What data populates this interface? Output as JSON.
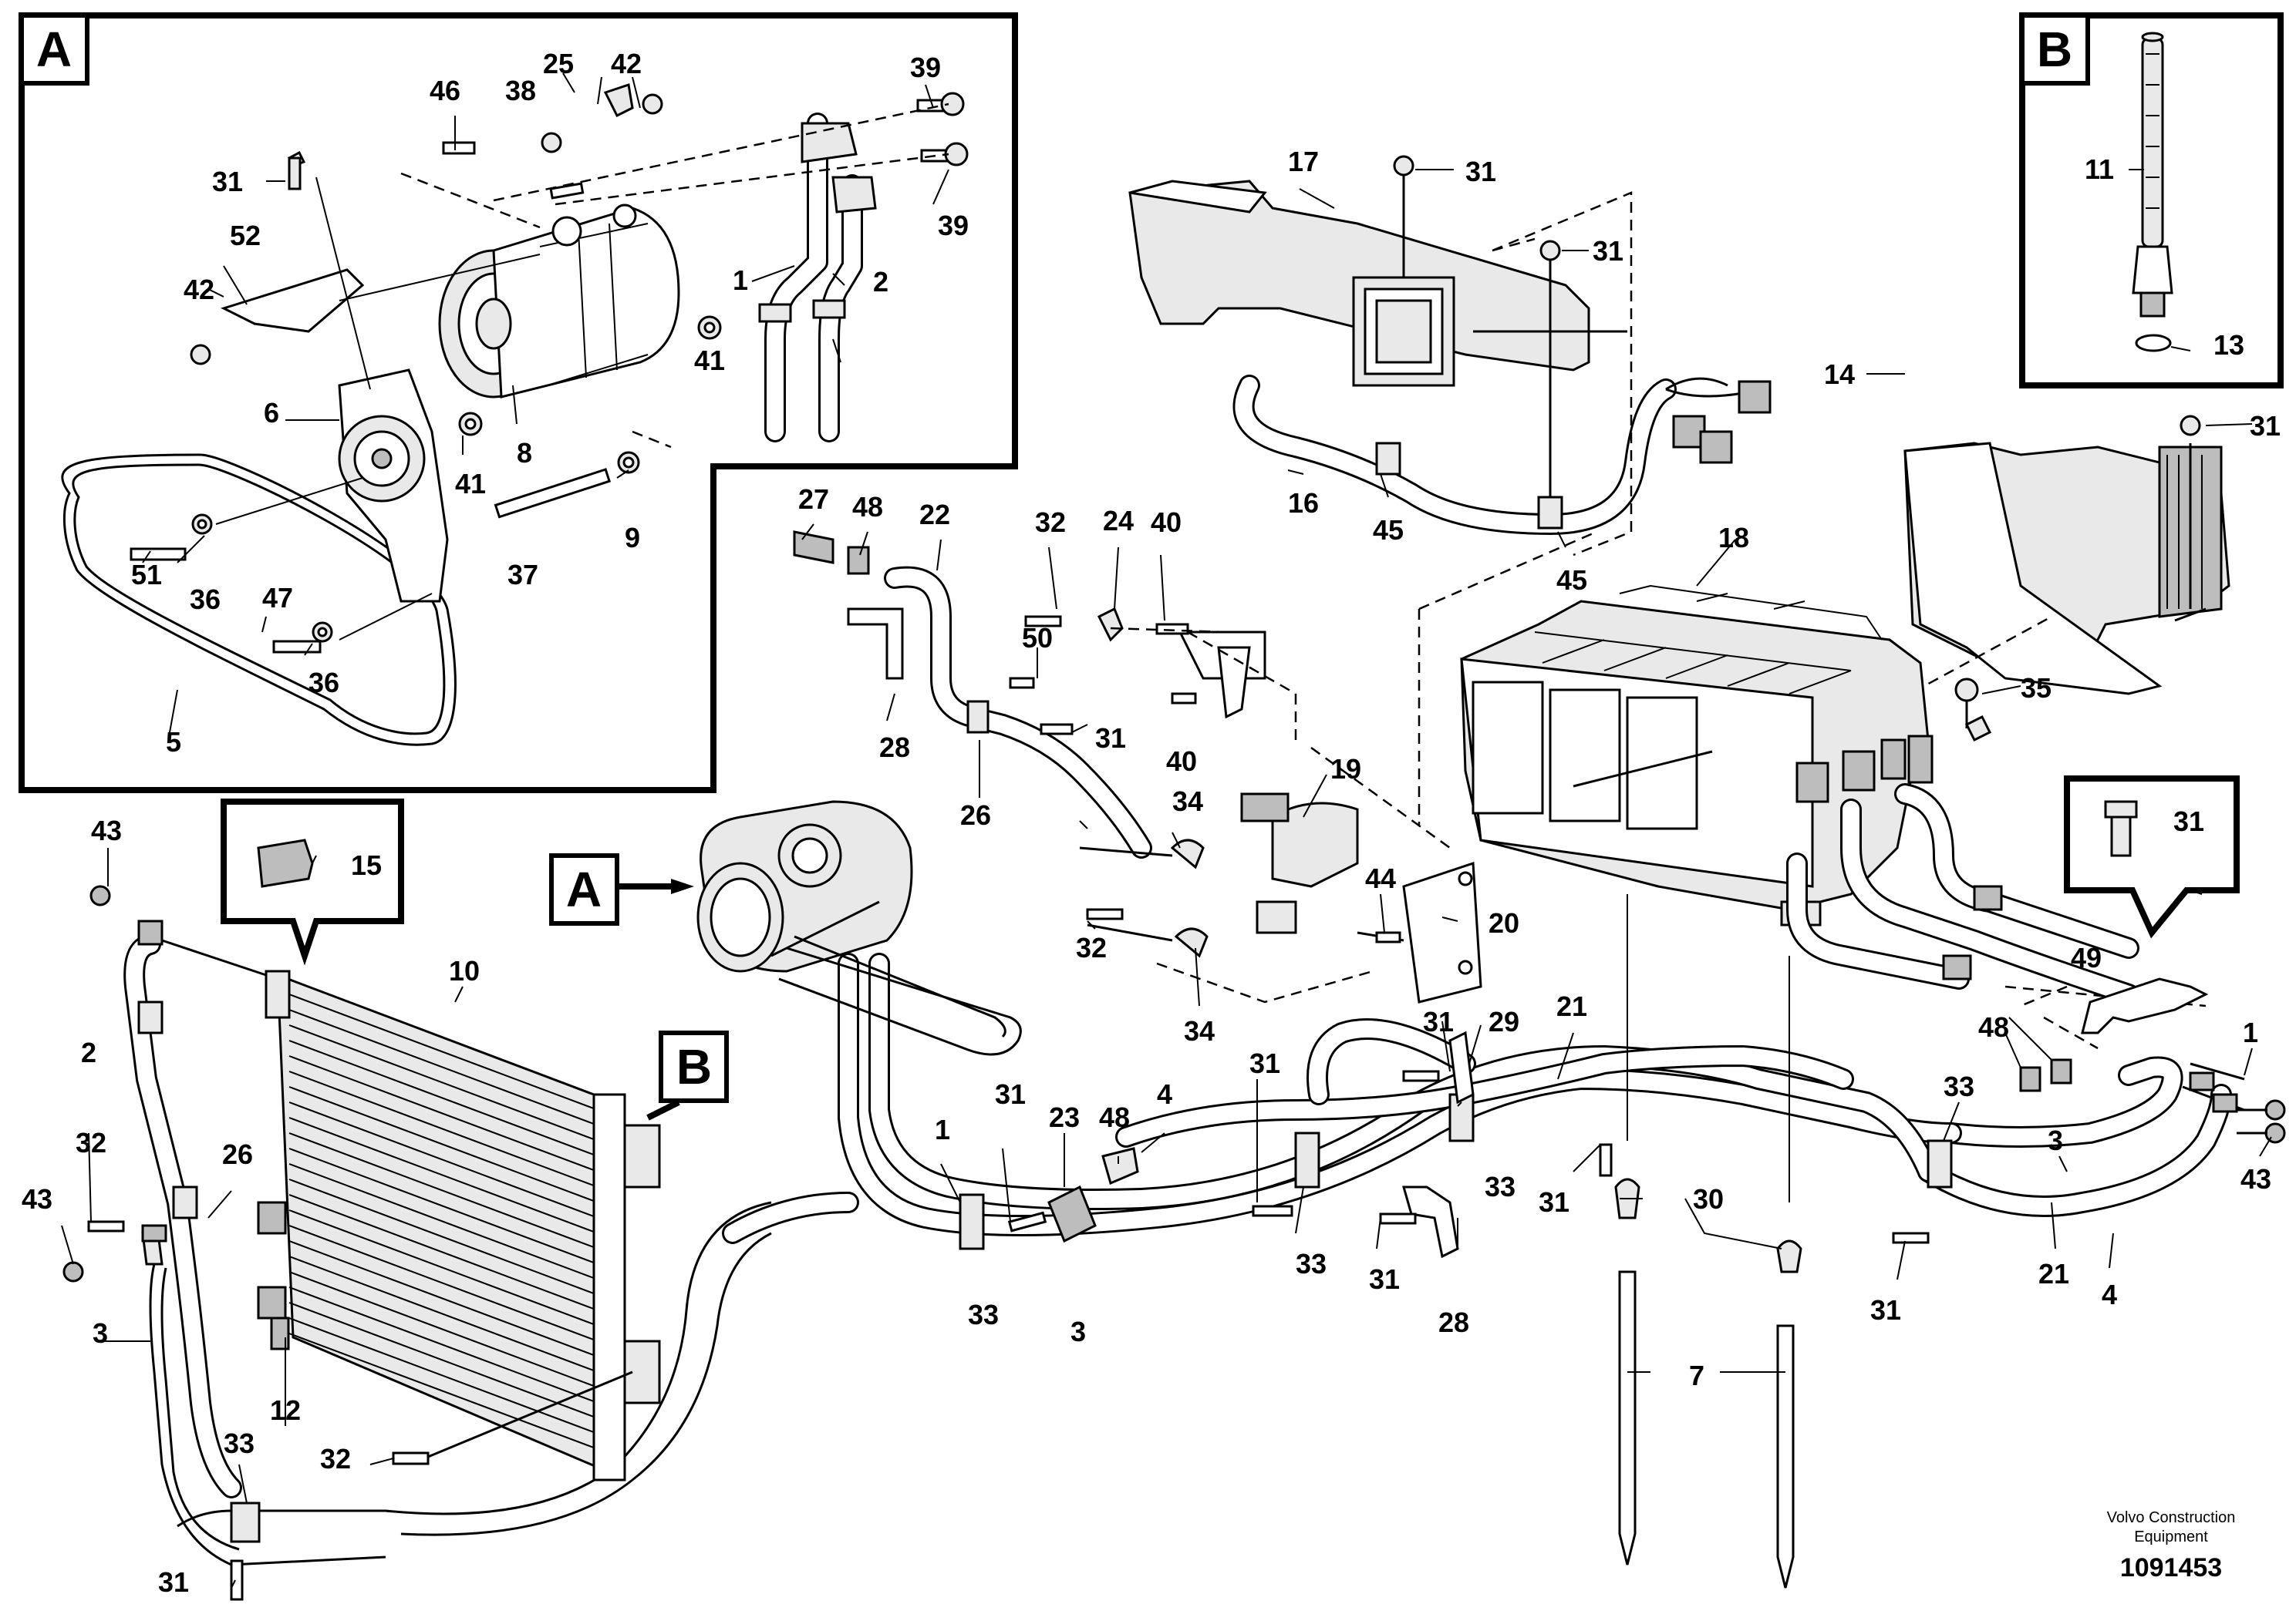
{
  "title_block": {
    "manufacturer_line1": "Volvo Construction",
    "manufacturer_line2": "Equipment",
    "drawing_number": "1091453"
  },
  "detail_labels": {
    "A_box": "A",
    "B_box": "B",
    "A_pointer": "A",
    "B_pointer": "B"
  },
  "callouts": {
    "c25": "25",
    "c42a": "42",
    "c46": "46",
    "c38": "38",
    "c39a": "39",
    "c39b": "39",
    "c31a": "31",
    "c52": "52",
    "c42b": "42",
    "c1a": "1",
    "c2a": "2",
    "c6": "6",
    "c8": "8",
    "c41a": "41",
    "c41b": "41",
    "c9": "9",
    "c37": "37",
    "c51": "51",
    "c36a": "36",
    "c47": "47",
    "c36b": "36",
    "c5": "5",
    "c11": "11",
    "c13": "13",
    "c17": "17",
    "c31b": "31",
    "c31c": "31",
    "c16": "16",
    "c45a": "45",
    "c45b": "45",
    "c14": "14",
    "c31d": "31",
    "c18": "18",
    "c35": "35",
    "c31e": "31",
    "c49": "49",
    "c27": "27",
    "c48a": "48",
    "c22": "22",
    "c32a": "32",
    "c24": "24",
    "c40a": "40",
    "c50": "50",
    "c31f": "31",
    "c40b": "40",
    "c28a": "28",
    "c26a": "26",
    "c19": "19",
    "c34a": "34",
    "c44": "44",
    "c20": "20",
    "c32b": "32",
    "c34b": "34",
    "c43a": "43",
    "c15": "15",
    "c2b": "2",
    "c10": "10",
    "c32c": "32",
    "c26b": "26",
    "c43b": "43",
    "c3a": "3",
    "c12": "12",
    "c33a": "33",
    "c32d": "32",
    "c31g": "31",
    "c31h": "31",
    "c29": "29",
    "c21a": "21",
    "c31i": "31",
    "c1b": "1",
    "c31j": "31",
    "c23": "23",
    "c48b": "48",
    "c4a": "4",
    "c33b": "33",
    "c3b": "3",
    "c33c": "33",
    "c31k": "31",
    "c28b": "28",
    "c33d": "33",
    "c31l": "31",
    "c30": "30",
    "c7": "7",
    "c48c": "48",
    "c33e": "33",
    "c3c": "3",
    "c1c": "1",
    "c43c": "43",
    "c21b": "21",
    "c4b": "4",
    "c31m": "31"
  }
}
